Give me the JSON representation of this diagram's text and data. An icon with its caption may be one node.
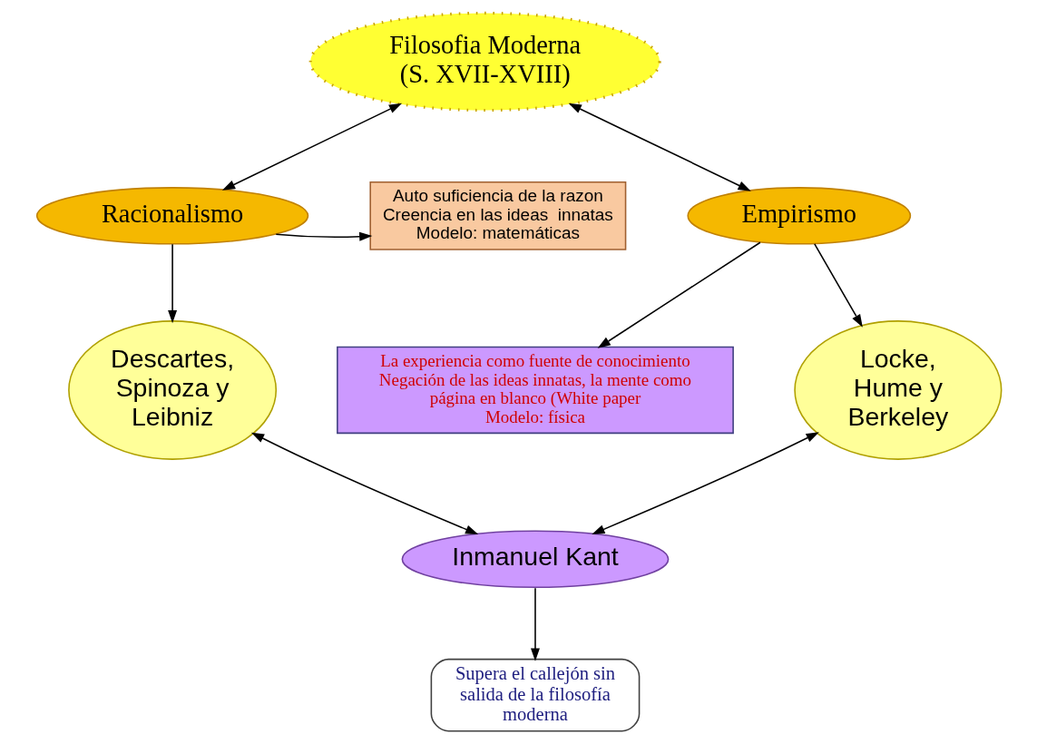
{
  "diagram": {
    "nodes": [
      {
        "text": [
          "Filosofia Moderna (S. XVII-XVIII)"
        ]
      },
      {
        "text": [
          "Racionalismo"
        ]
      },
      {
        "text": [
          "Auto suficiencia de la razon",
          "Creencia en las ideas  innatas",
          "Modelo: matemáticas"
        ]
      },
      {
        "text": [
          "Empirismo"
        ]
      },
      {
        "text": [
          "Descartes, Spinoza y Leibniz"
        ]
      },
      {
        "text": [
          "La experiencia como fuente de conocimiento",
          "Negación de las ideas innatas, la mente como página en blanco (White paper",
          "Modelo: física"
        ]
      },
      {
        "text": [
          "Locke, Hume y Berkeley"
        ]
      },
      {
        "text": [
          "Inmanuel Kant"
        ]
      },
      {
        "text": [
          "Supera el callejón sin salida de la filosofía moderna"
        ]
      }
    ],
    "edges": [
      {
        "from": 1,
        "to": 0,
        "arrow": "both"
      },
      {
        "from": 0,
        "to": 3,
        "arrow": "both"
      },
      {
        "from": 1,
        "to": 2,
        "arrow": "to"
      },
      {
        "from": 1,
        "to": 4,
        "arrow": "to"
      },
      {
        "from": 3,
        "to": 5,
        "arrow": "to"
      },
      {
        "from": 3,
        "to": 6,
        "arrow": "to"
      },
      {
        "from": 4,
        "to": 7,
        "arrow": "both"
      },
      {
        "from": 6,
        "to": 7,
        "arrow": "both"
      },
      {
        "from": 7,
        "to": 8,
        "arrow": "to"
      }
    ]
  }
}
